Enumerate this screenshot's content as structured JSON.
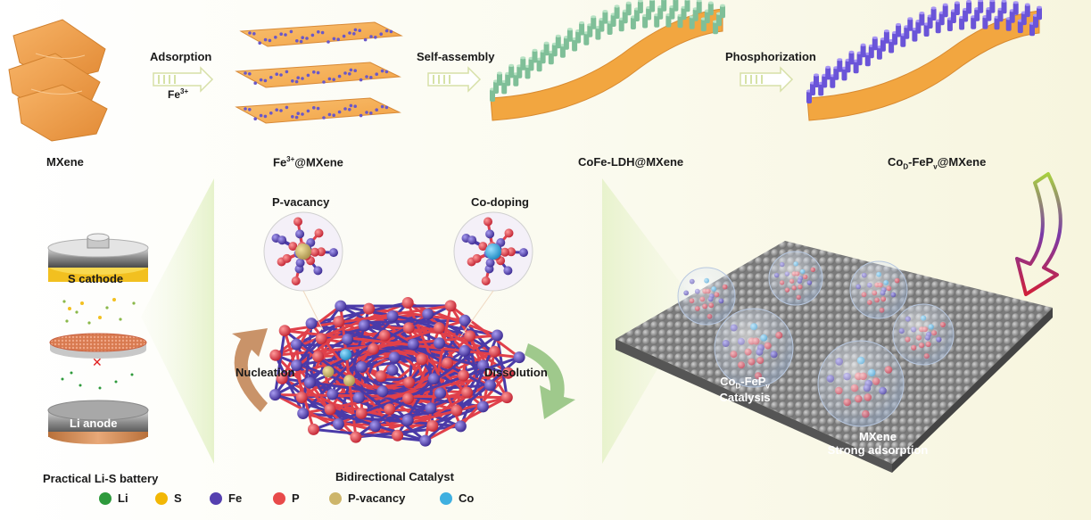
{
  "steps": {
    "step1_label": "MXene",
    "arrow1_label": "Adsorption",
    "arrow1_sub_base": "Fe",
    "arrow1_sub_sup": "3+",
    "step2_sup": "3+",
    "step2_base": "Fe",
    "step2_rest": "@MXene",
    "arrow2_label": "Self-assembly",
    "step3_label": "CoFe-LDH@MXene",
    "arrow3_label": "Phosphorization",
    "step4_base1": "Co",
    "step4_sub1": "D",
    "step4_base2": "-FeP",
    "step4_sub2": "v",
    "step4_rest": "@MXene"
  },
  "catalyst": {
    "pvacancy_label": "P-vacancy",
    "codoping_label": "Co-doping",
    "nucleation_label": "Nucleation",
    "dissolution_label": "Dissolution",
    "caption": "Bidirectional Catalyst"
  },
  "battery": {
    "cathode_label": "S cathode",
    "anode_label": "Li anode",
    "caption": "Practical Li-S battery"
  },
  "surface": {
    "catalysis_base1": "Co",
    "catalysis_sub1": "D",
    "catalysis_base2": "-FeP",
    "catalysis_sub2": "v",
    "catalysis_line2": "Catalysis",
    "mxene_line1": "MXene",
    "mxene_line2": "Strong adsorption"
  },
  "legend": [
    {
      "label": "Li",
      "color": "#2e9a3c"
    },
    {
      "label": "S",
      "color": "#f2b705"
    },
    {
      "label": "Fe",
      "color": "#5540b0"
    },
    {
      "label": "P",
      "color": "#e84a4a"
    },
    {
      "label": "P-vacancy",
      "color": "#cdb56a"
    },
    {
      "label": "Co",
      "color": "#3fb0e0"
    }
  ]
}
